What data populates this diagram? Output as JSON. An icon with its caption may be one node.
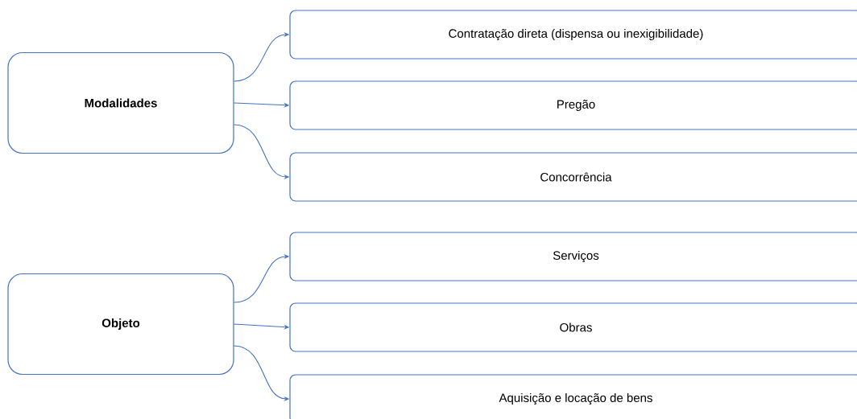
{
  "diagram": {
    "nodes": [
      {
        "text": [
          "Modalidades"
        ]
      },
      {
        "text": [
          "Contratação direta (dispensa ou inexigibilidade)"
        ]
      },
      {
        "text": [
          "Pregão"
        ]
      },
      {
        "text": [
          "Concorrência"
        ]
      },
      {
        "text": [
          "Objeto"
        ]
      },
      {
        "text": [
          "Serviços"
        ]
      },
      {
        "text": [
          "Obras"
        ]
      },
      {
        "text": [
          "Aquisição e locação de bens"
        ]
      }
    ],
    "edges": [
      {
        "from": 0,
        "to": 1,
        "arrow": "to"
      },
      {
        "from": 0,
        "to": 2,
        "arrow": "to"
      },
      {
        "from": 0,
        "to": 3,
        "arrow": "to"
      },
      {
        "from": 4,
        "to": 5,
        "arrow": "to"
      },
      {
        "from": 4,
        "to": 6,
        "arrow": "to"
      },
      {
        "from": 4,
        "to": 7,
        "arrow": "to"
      }
    ]
  }
}
